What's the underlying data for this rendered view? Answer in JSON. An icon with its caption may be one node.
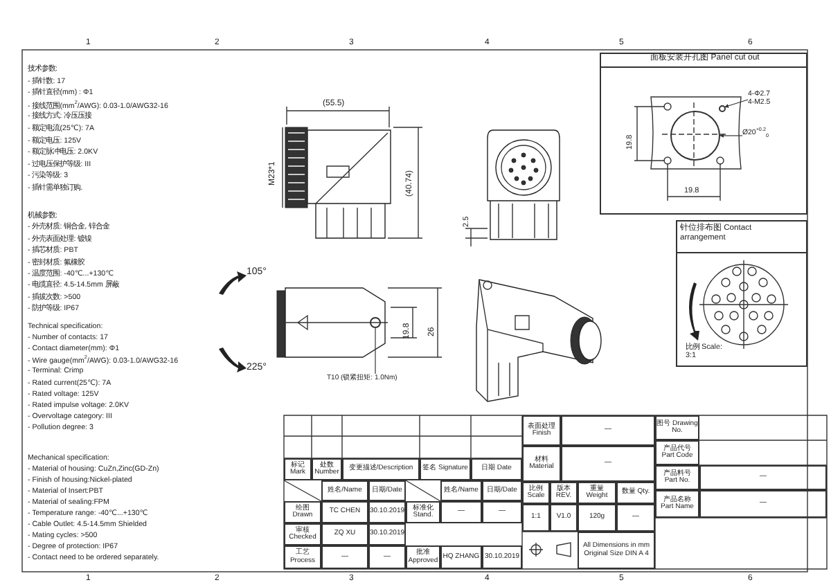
{
  "diagram": {
    "nodes": [
      {
        "text": [
          "面板安装开孔图 Panel cut out"
        ]
      },
      {
        "text": [
          "4-Φ2.7 4-M2.5"
        ],
        "in": 0
      },
      {
        "text": [
          "Ø20$^{+0.2}$$_{0}$"
        ],
        "in": 0
      },
      {
        "text": [
          "针位排布图 Contact arrangement",
          "比例 Scale: 3:1"
        ]
      },
      {
        "text": [
          "T10 (锁紧扭矩: 1.0Nm)"
        ]
      },
      {
        "text": [],
        "shape": "circle"
      },
      {
        "text": [],
        "shape": "circle",
        "in": 0
      },
      {
        "text": [],
        "shape": "circle",
        "in": 0
      }
    ],
    "edges": [
      {
        "from": 1,
        "to": 6,
        "arrow": "to"
      },
      {
        "from": 2,
        "to": 7,
        "arrow": "to"
      },
      {
        "from": 4,
        "to": 5,
        "arrow": "none"
      }
    ],
    "labels": [
      "1",
      "2",
      "3",
      "4",
      "5",
      "6",
      "技术参数:",
      "- 插针数: 17",
      "- 插针直径(mm) : Φ1",
      "- 接线范围(mm$^{2}$/AWG): 0.03-1.0/AWG32-16",
      "- 接线方式: 冷压压接",
      "- 额定电流(25℃): 7A",
      "- 额定电压: 125V",
      "- 额定脉冲电压: 2.0KV",
      "- 过电压保护等级: III",
      "- 污染等级: 3",
      "- 插针需单独订购.",
      "机械参数:",
      "- 外壳材质: 铜合金, 锌合金",
      "- 外壳表面处理: 镀镍",
      "- 插芯材质: PBT",
      "- 密封材质: 氟橡胶",
      "- 温度范围: -40℃...+130℃",
      "- 电缆直径: 4.5-14.5mm 屏蔽",
      "- 插拔次数: >500",
      "- 防护等级: IP67",
      "Technical specification:",
      "- Number of contacts: 17",
      "- Contact diameter(mm): Φ1",
      "- Wire gauge(mm$^{2}$/AWG): 0.03-1.0/AWG32-16",
      "- Terminal: Crimp",
      "- Rated current(25℃): 7A",
      "- Rated voltage: 125V",
      "- Rated impulse voltage: 2.0KV",
      "- Overvoltage category: III",
      "- Pollution degree: 3",
      "Mechanical specification:",
      "- Material of housing: CuZn,Zinc(GD-Zn)",
      "- Finish of housing:Nickel-plated",
      "- Material of Insert:PBT",
      "- Material of sealing:FPM",
      "- Temperature range: -40℃...+130℃",
      "- Cable Outlet:  4.5-14.5mm Shielded",
      "- Mating cycles: >500",
      "- Degree of protection: IP67",
      "- Contact need to be ordered separately.",
      "(55.5)",
      "M23*1",
      "(40.74)",
      "2.5",
      "105°",
      "225°",
      "19.8",
      "26",
      "19.8",
      "19.8",
      "表面处理 Finish",
      "—",
      "图号 Drawing No.",
      "材料 Material",
      "—",
      "产品代号 Part Code",
      "产品料号 Part No.",
      "—",
      "标记 Mark",
      "处数 Number",
      "变更描述/Description",
      "签名 Signature",
      "日期 Date",
      "姓名/Name",
      "日期/Date",
      "姓名/Name",
      "日期/Date",
      "比例 Scale",
      "版本 REV.",
      "重量 Weight",
      "数量 Qty.",
      "产品名称 Part Name",
      "—",
      "绘图 Drawn",
      "TC CHEN",
      "30.10.2019",
      "标准化 Stand.",
      "—",
      "—",
      "1:1",
      "V1.0",
      "120g",
      "—",
      "审核 Checked",
      "ZQ XU",
      "30.10.2019",
      "工艺 Process",
      "—",
      "—",
      "批准 Approved",
      "HQ ZHANG",
      "30.10.2019",
      "All Dimensions in mm Original Size DIN A 4",
      "1",
      "2",
      "3",
      "4",
      "5",
      "6"
    ]
  }
}
